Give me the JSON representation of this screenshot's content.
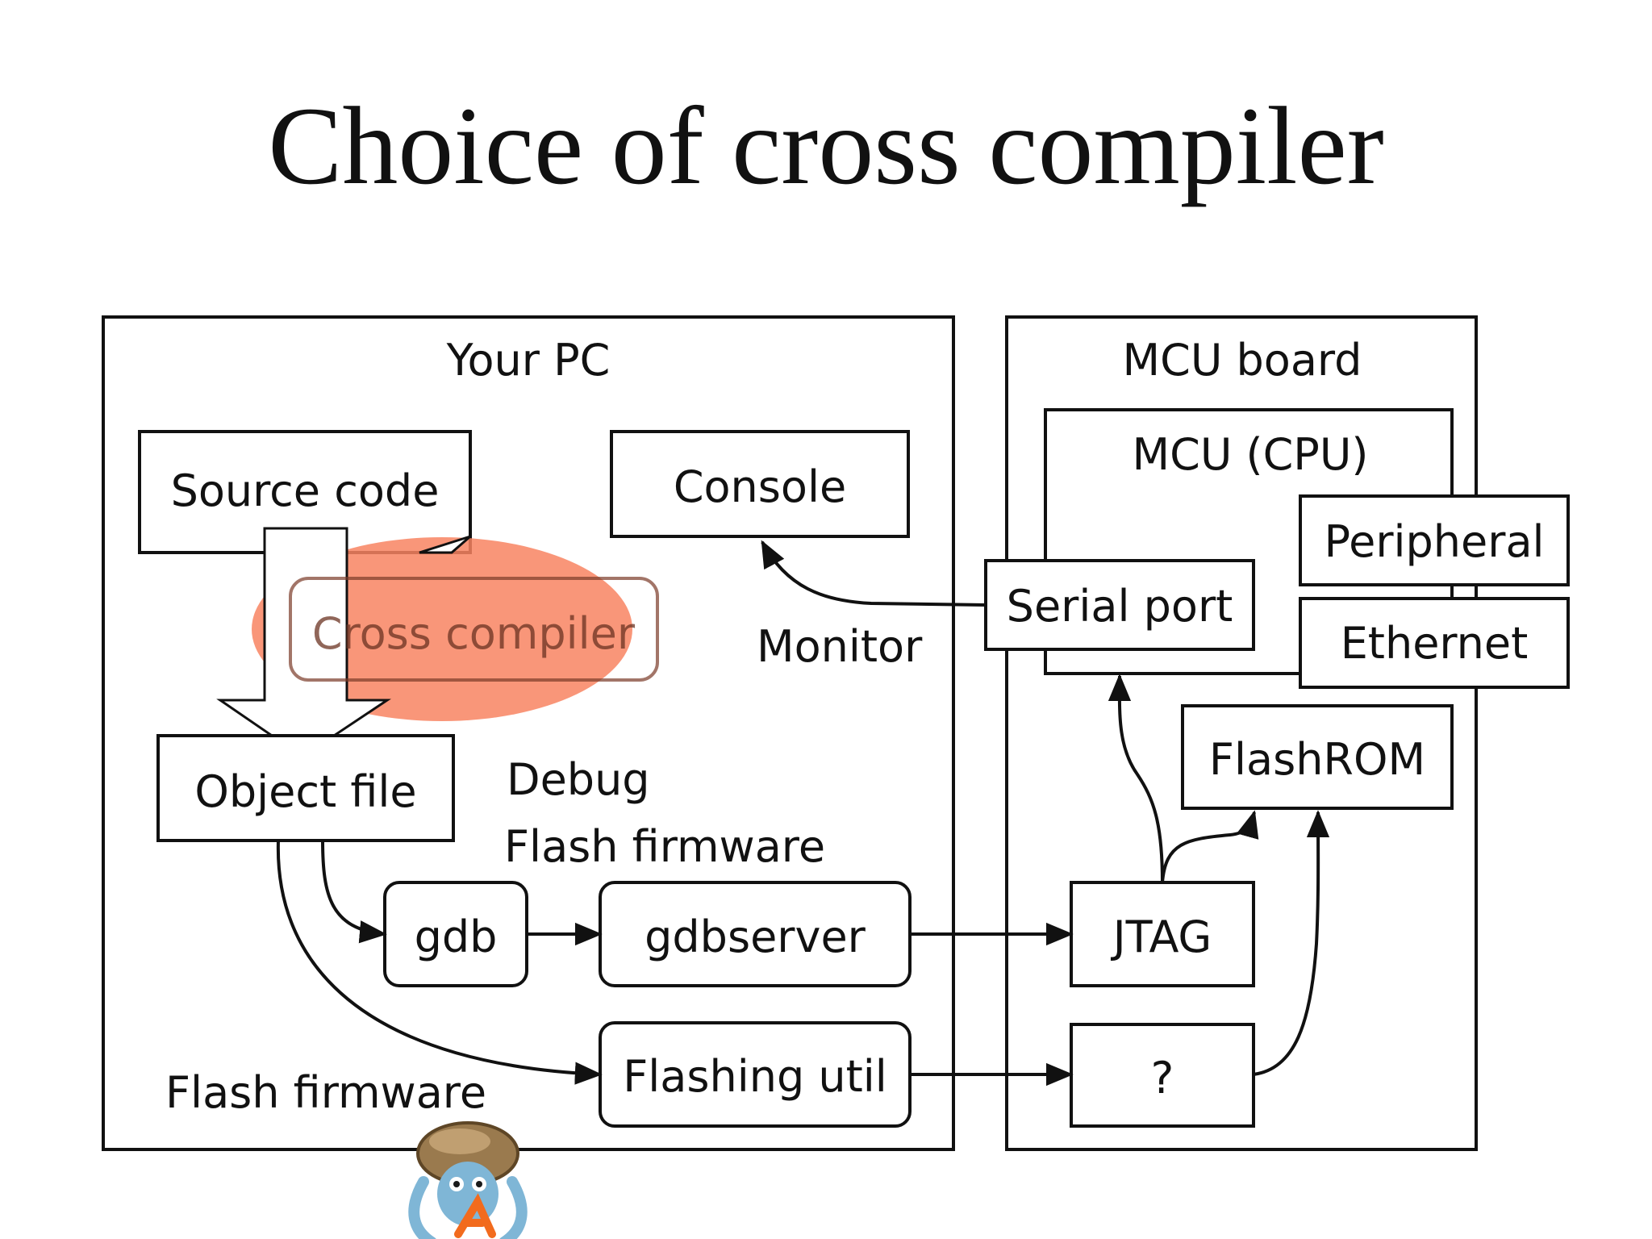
{
  "title": "Choice of cross compiler",
  "pc_group": {
    "label": "Your PC"
  },
  "mcu_group": {
    "label": "MCU board"
  },
  "nodes": {
    "source_code": "Source code",
    "console": "Console",
    "cross_compiler": "Cross compiler",
    "object_file": "Object file",
    "gdb": "gdb",
    "gdbserver": "gdbserver",
    "flashing_util": "Flashing util",
    "mcu_cpu": "MCU (CPU)",
    "peripheral": "Peripheral",
    "serial_port": "Serial port",
    "ethernet": "Ethernet",
    "flashrom": "FlashROM",
    "jtag": "JTAG",
    "unknown": "?"
  },
  "edge_labels": {
    "monitor": "Monitor",
    "debug": "Debug",
    "flash_firmware_1": "Flash firmware",
    "flash_firmware_2": "Flash firmware"
  },
  "colors": {
    "highlight": "#f88461",
    "stroke": "#111111"
  },
  "icons": {
    "mascot": "crab-mascot-icon"
  }
}
